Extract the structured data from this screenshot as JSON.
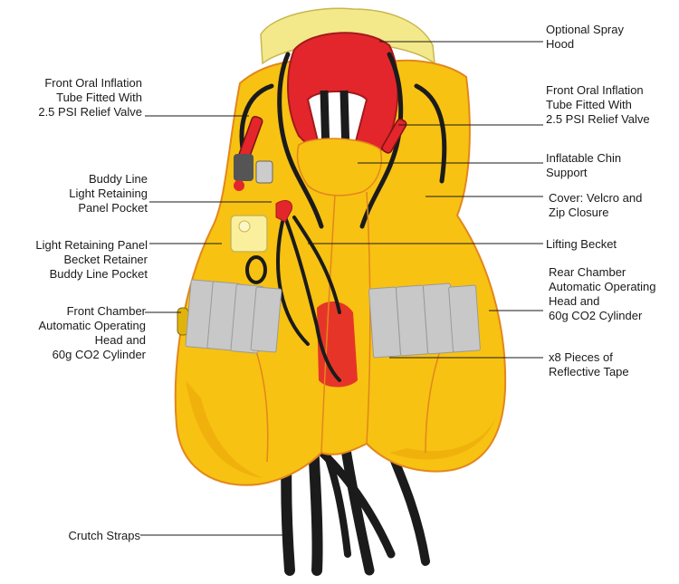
{
  "colors": {
    "vest_yellow": "#f7c212",
    "vest_shade": "#eda90c",
    "seam_orange": "#e3861c",
    "bladder_red": "#e3262b",
    "reflective_grey": "#c8c8c8",
    "strap_black": "#1b1b1b",
    "hood_yellow": "#f3e98a",
    "leader_line": "#1a1a1a"
  },
  "labels": {
    "spray_hood": {
      "lines": [
        "Optional Spray",
        "Hood"
      ]
    },
    "oral_tube_right": {
      "lines": [
        "Front Oral Inflation",
        "Tube Fitted With",
        "2.5 PSI Relief Valve"
      ]
    },
    "chin_support": {
      "lines": [
        "Inflatable Chin",
        "Support"
      ]
    },
    "cover": {
      "lines": [
        "Cover: Velcro and",
        "Zip Closure"
      ]
    },
    "lifting_becket": {
      "lines": [
        "Lifting Becket"
      ]
    },
    "rear_chamber": {
      "lines": [
        "Rear Chamber",
        "Automatic Operating",
        "Head and",
        "60g CO2 Cylinder"
      ]
    },
    "reflective_tape": {
      "lines": [
        "x8 Pieces of",
        "Reflective Tape"
      ]
    },
    "oral_tube_left": {
      "lines": [
        "Front Oral Inflation",
        "Tube Fitted With",
        "2.5 PSI Relief Valve"
      ]
    },
    "buddy_line_pocket_panel": {
      "lines": [
        "Buddy Line",
        "Light Retaining",
        "Panel Pocket"
      ]
    },
    "light_retaining_panel": {
      "lines": [
        "Light Retaining Panel",
        "Becket Retainer",
        "Buddy Line Pocket"
      ]
    },
    "front_chamber": {
      "lines": [
        "Front Chamber",
        "Automatic Operating",
        "Head and",
        "60g CO2 Cylinder"
      ]
    },
    "crutch_straps": {
      "lines": [
        "Crutch Straps"
      ]
    }
  }
}
